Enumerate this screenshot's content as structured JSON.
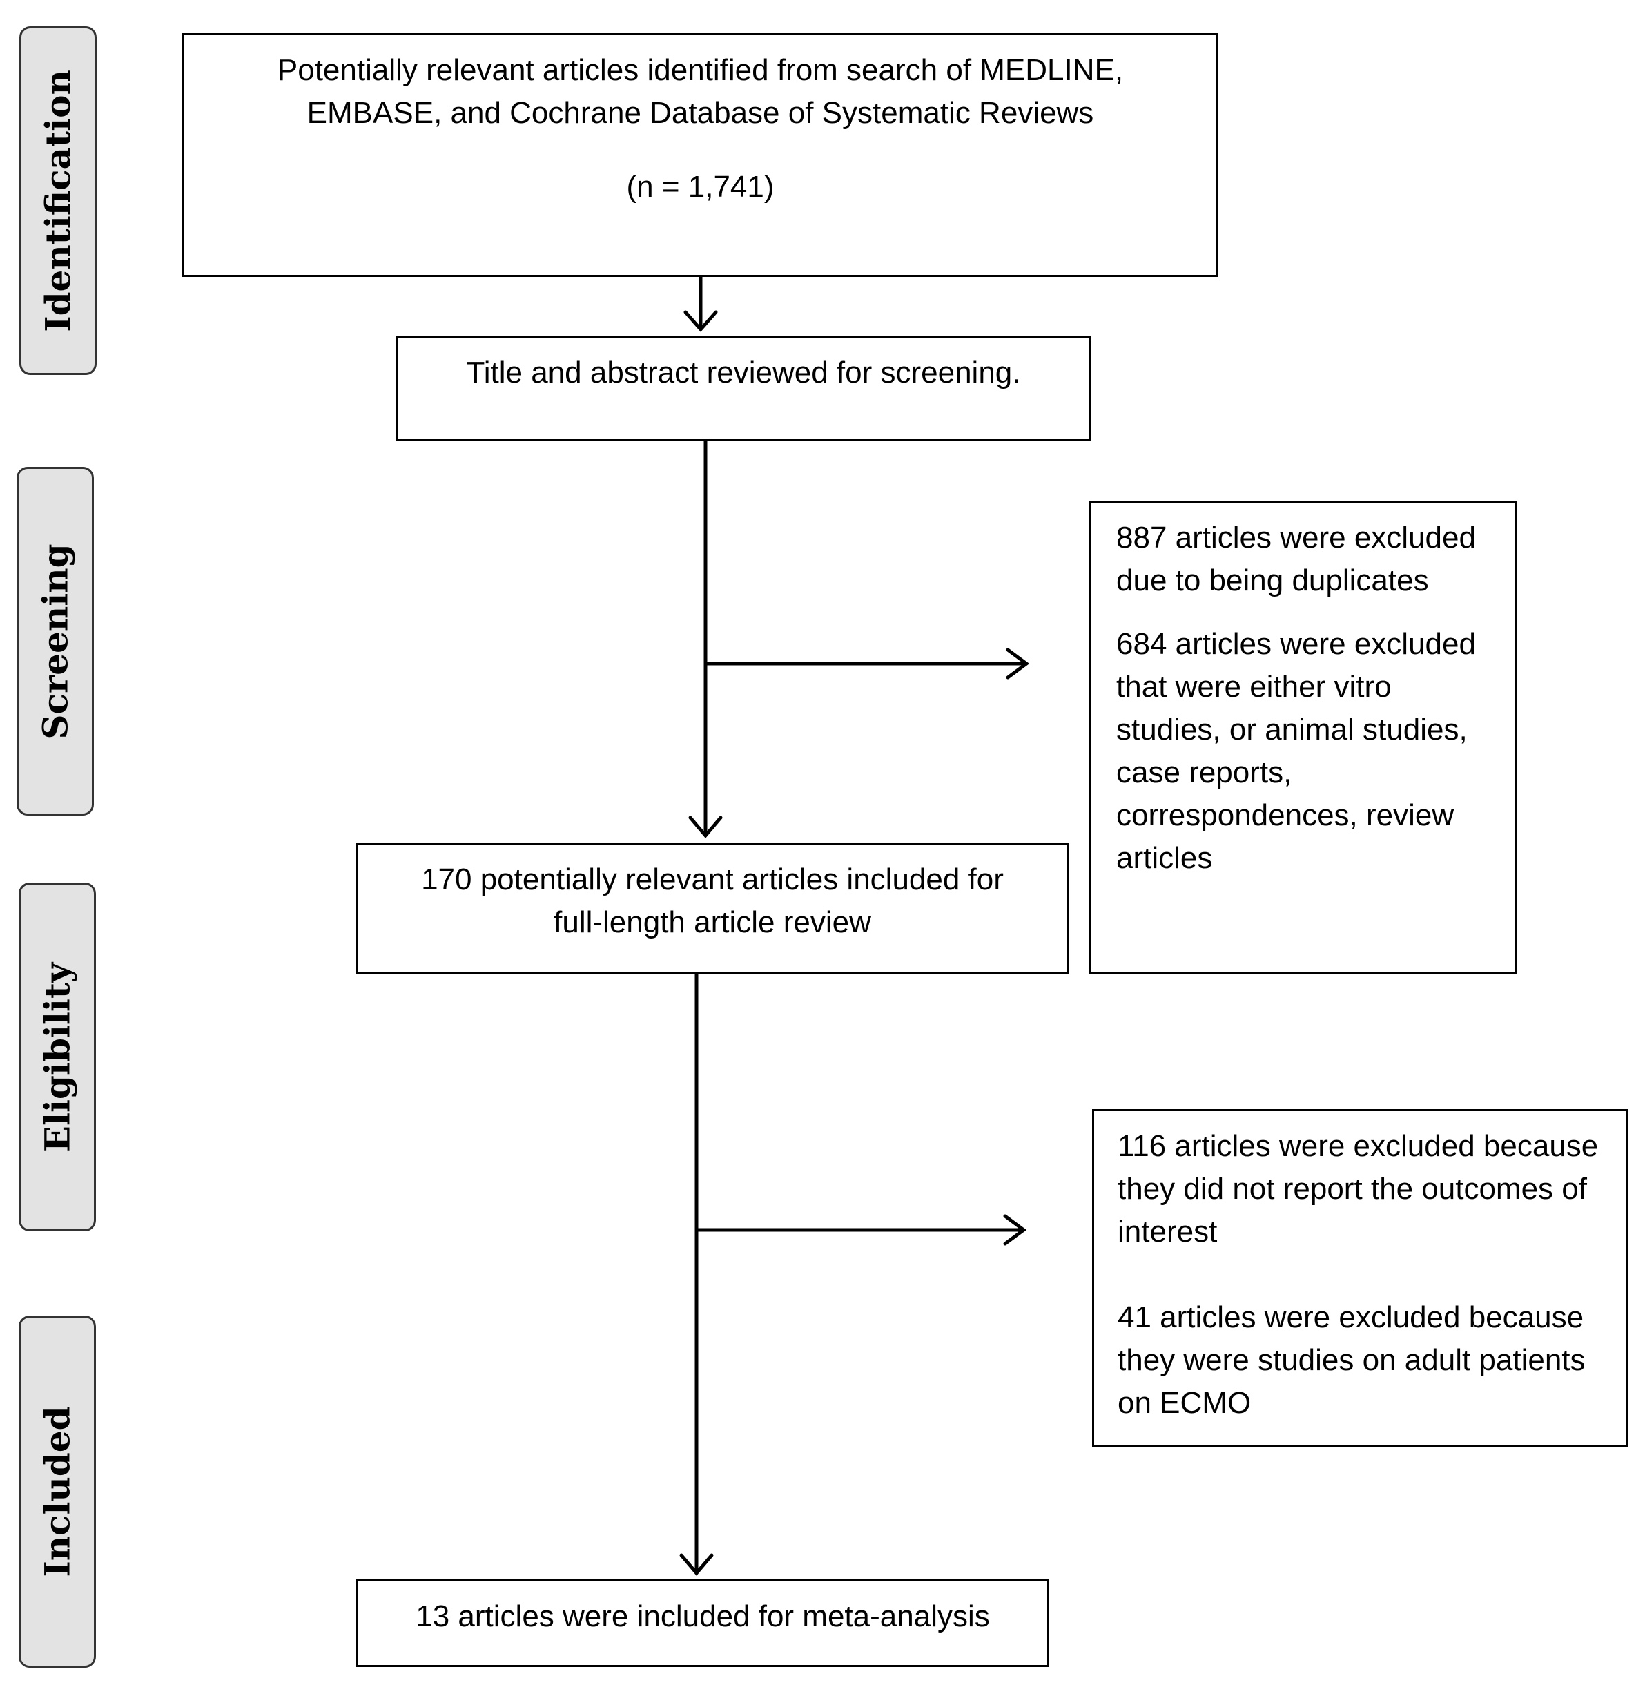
{
  "stages": [
    {
      "id": "identification",
      "label": "Identification"
    },
    {
      "id": "screening",
      "label": "Screening"
    },
    {
      "id": "eligibility",
      "label": "Eligibility"
    },
    {
      "id": "included",
      "label": "Included"
    }
  ],
  "boxes": {
    "identified": {
      "line1": "Potentially relevant articles identified from search of MEDLINE,",
      "line2": "EMBASE, and Cochrane Database of Systematic Reviews",
      "count": "(n = 1,741)"
    },
    "screening": {
      "text": "Title and abstract reviewed for screening."
    },
    "excluded_screening": {
      "duplicates": "887 articles were excluded due to being duplicates",
      "other": "684 articles were excluded that were either vitro studies, or animal studies, case reports, correspondences, review articles"
    },
    "full_length": {
      "text": "170 potentially relevant articles included for full-length article review"
    },
    "excluded_eligibility": {
      "outcomes": "116 articles were excluded because they did not report the outcomes of interest",
      "adult": "41 articles were excluded because they were studies on adult patients on ECMO"
    },
    "included": {
      "text": "13 articles were included for meta-analysis"
    }
  }
}
